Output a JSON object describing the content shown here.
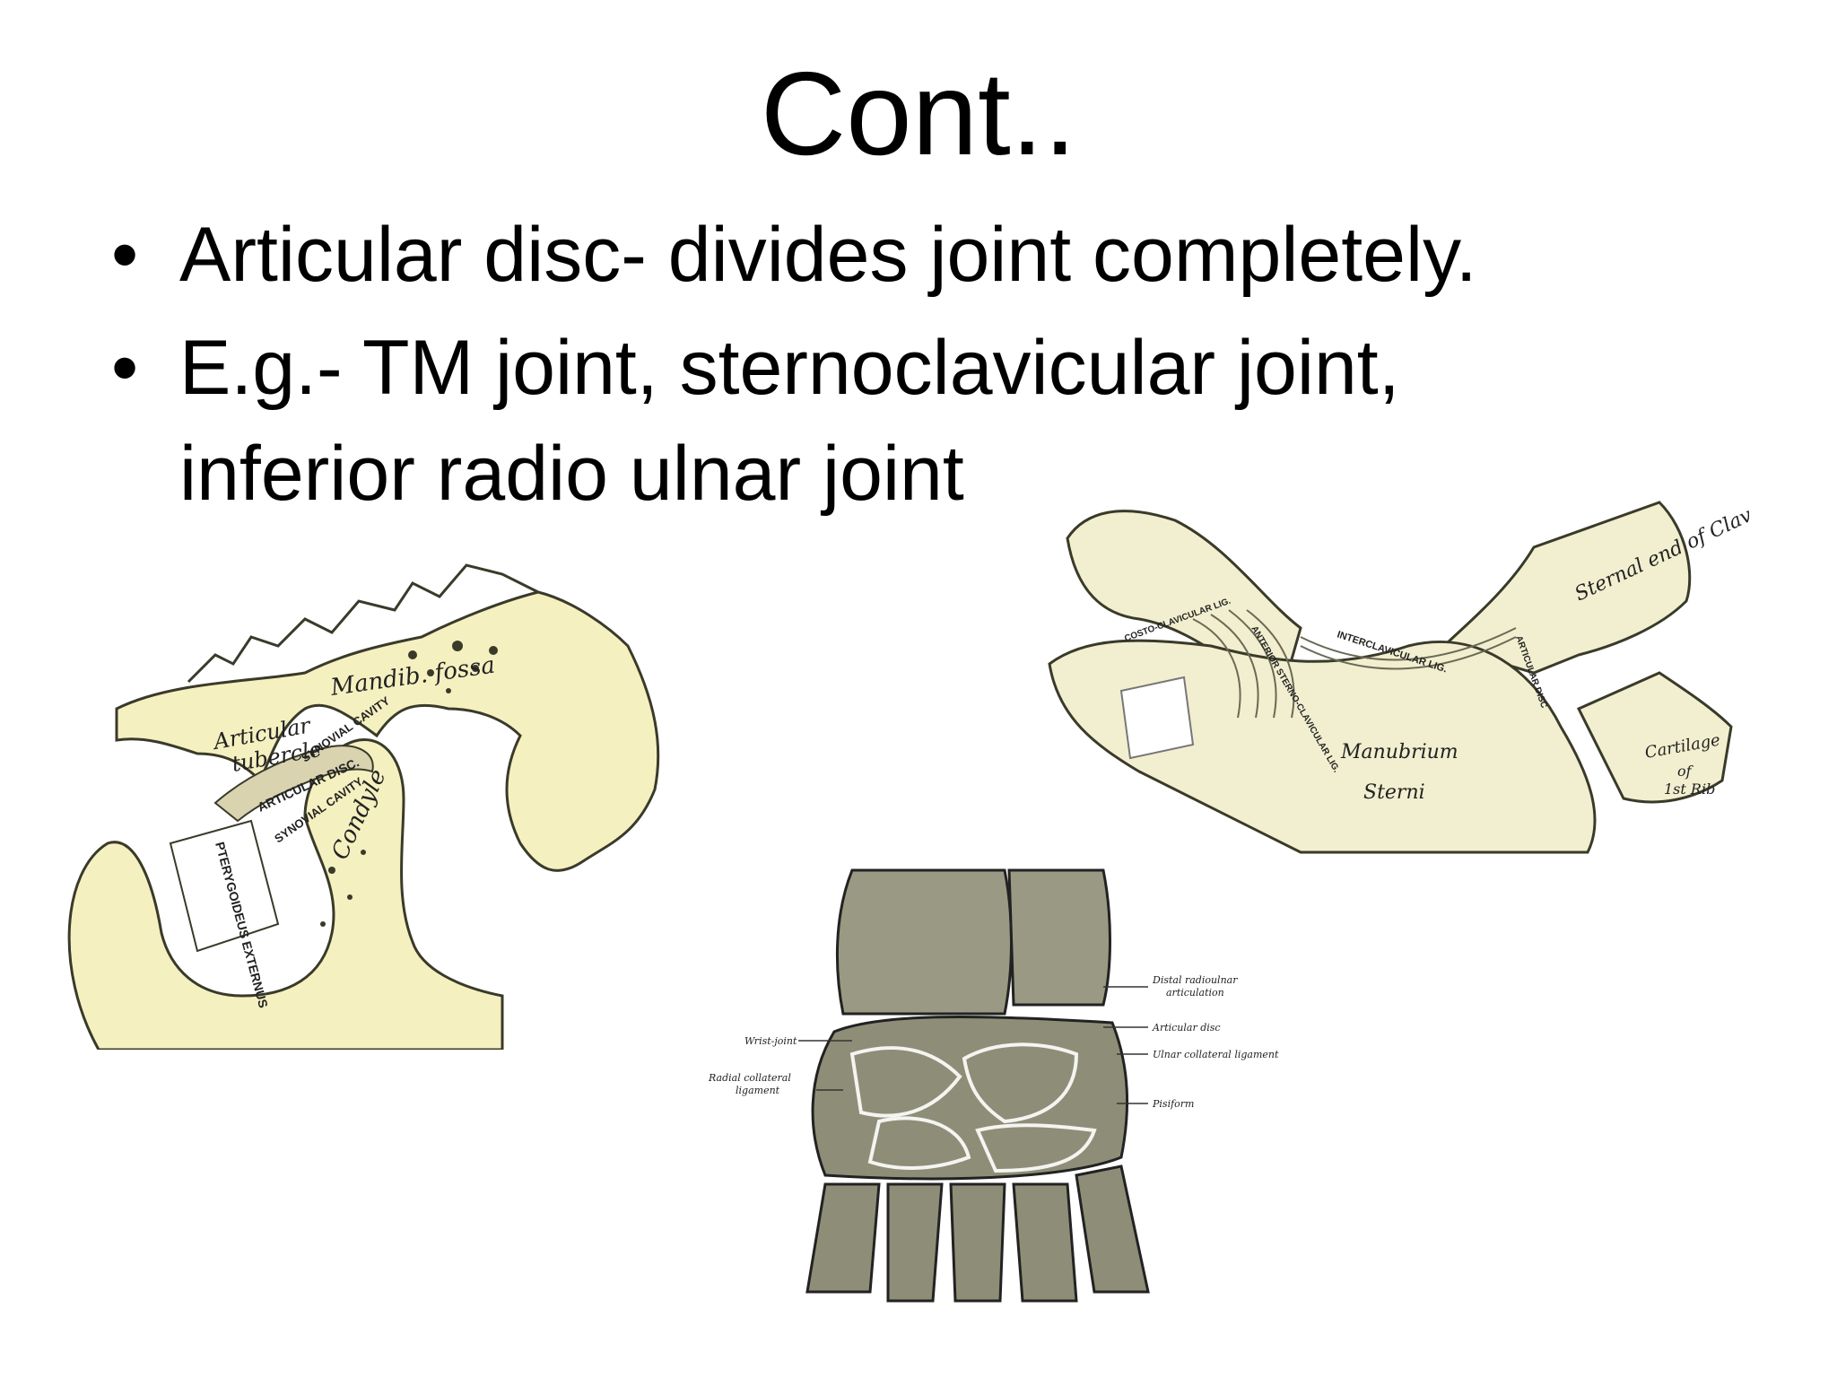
{
  "slide": {
    "title": "Cont..",
    "bullets": [
      "Articular disc- divides joint completely.",
      "E.g.- TM joint, sternoclavicular joint, inferior radio ulnar joint"
    ],
    "bullet_symbol": "•"
  },
  "figures": {
    "tm_joint": {
      "labels": {
        "fossa": "Mandib. fossa",
        "tubercle_1": "Articular",
        "tubercle_2": "tubercle",
        "cavity_upper": "SYNOVIAL CAVITY",
        "disc": "ARTICULAR DISC.",
        "cavity_lower": "SYNOVIAL CAVITY",
        "condyle": "Condyle",
        "muscle": "PTERYGOIDEUS EXTERNUS"
      },
      "bone_color": "#f5f0c0"
    },
    "sternoclavicular": {
      "labels": {
        "sternal_end": "Sternal end of Clavicle",
        "interclavicular": "INTERCLAVICULAR LIG.",
        "costoclavicular": "COSTO-CLAVICULAR LIG.",
        "anterior": "ANTERIOR STERNO-CLAVICULAR LIG.",
        "disc": "ARTICULAR DISC",
        "manubrium_1": "Manubrium",
        "manubrium_2": "Sterni",
        "cartilage_1": "Cartilage",
        "cartilage_2": "of",
        "cartilage_3": "1st Rib"
      },
      "bone_color": "#f1efcf"
    },
    "wrist": {
      "labels": {
        "distal_1": "Distal radioulnar",
        "distal_2": "articulation",
        "articular_disc": "Articular disc",
        "ulnar_collateral": "Ulnar collateral ligament",
        "pisiform": "Pisiform",
        "wrist_joint": "Wrist-joint",
        "radial_1": "Radial collateral",
        "radial_2": "ligament"
      },
      "bone_color": "#9a9a84"
    }
  }
}
